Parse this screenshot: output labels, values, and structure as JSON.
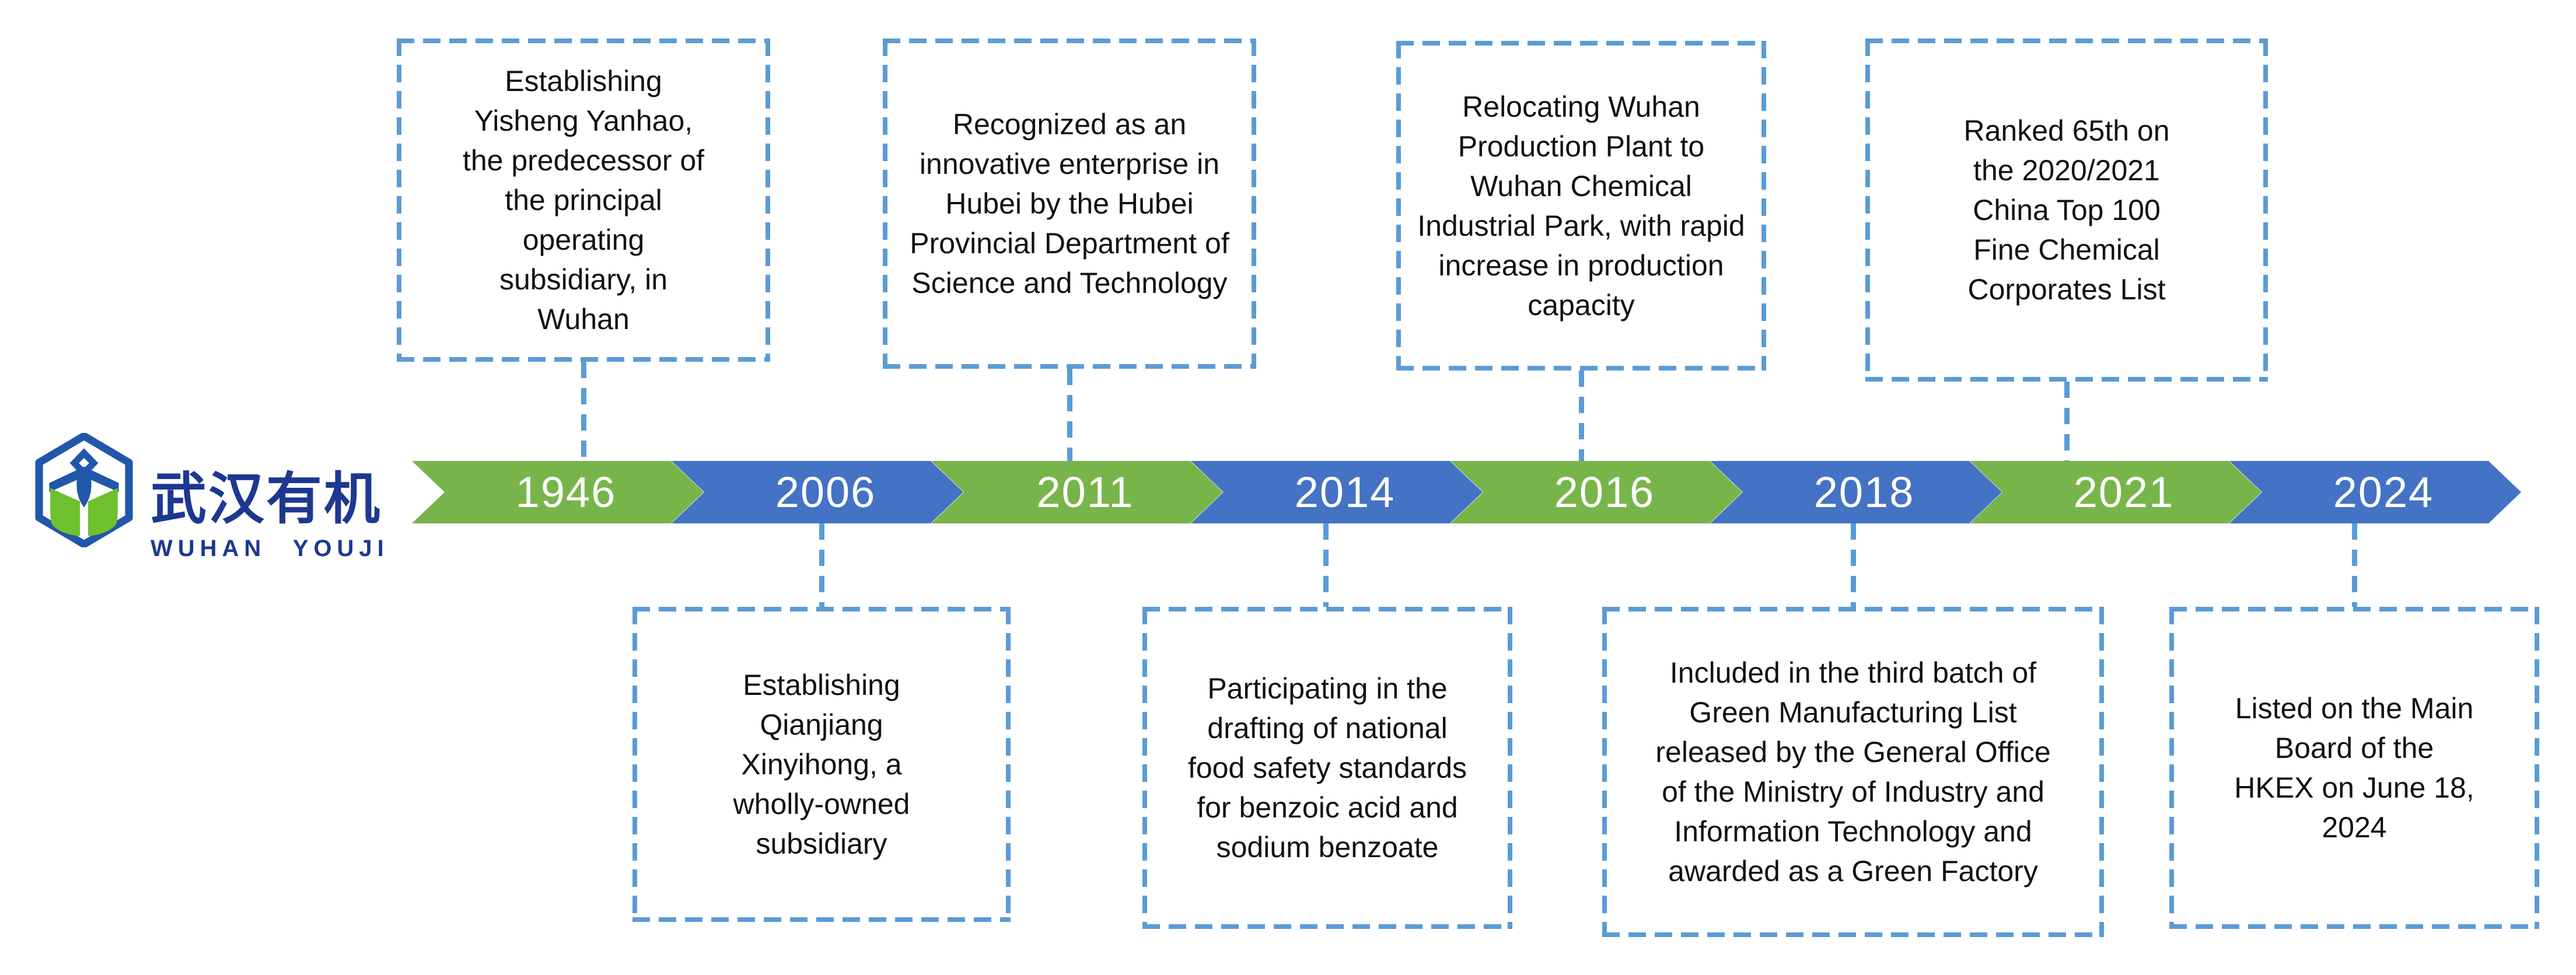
{
  "page": {
    "type": "company-milestones-timeline",
    "background": "#FFFFFF"
  },
  "logo": {
    "name_cn": "武汉有机",
    "name_en": "WUHAN YOUJI",
    "icon": "hexagon-leaves-logo",
    "colors": {
      "navy_text": "#1D3891",
      "hexagon_blue": "#2157A8",
      "leaf_green": "#6FC02F"
    }
  },
  "timeline": {
    "direction": "left-to-right",
    "colors": {
      "green_segment": "#77B54A",
      "blue_segment": "#4472C4",
      "dashed_blue": "#5B9BD5",
      "year_text": "#FFFFFF",
      "event_text": "#111111"
    },
    "segments": [
      {
        "year": "1946",
        "segment_color": "green",
        "event_position": "above",
        "event": "Establishing Yisheng Yanhao, the predecessor of the principal operating subsidiary, in Wuhan"
      },
      {
        "year": "2006",
        "segment_color": "blue",
        "event_position": "below",
        "event": "Establishing Qianjiang Xinyihong, a wholly-owned subsidiary"
      },
      {
        "year": "2011",
        "segment_color": "green",
        "event_position": "above",
        "event": "Recognized as an innovative enterprise in Hubei by the Hubei Provincial Department of Science and Technology"
      },
      {
        "year": "2014",
        "segment_color": "blue",
        "event_position": "below",
        "event": "Participating in the drafting of national food safety standards for benzoic acid and sodium benzoate"
      },
      {
        "year": "2016",
        "segment_color": "green",
        "event_position": "above",
        "event": "Relocating Wuhan Production Plant to Wuhan Chemical Industrial Park, with rapid increase in production capacity"
      },
      {
        "year": "2018",
        "segment_color": "blue",
        "event_position": "below",
        "event": "Included in the third batch of Green Manufacturing List released by the General Office of the Ministry of Industry and Information Technology and awarded as a Green Factory"
      },
      {
        "year": "2021",
        "segment_color": "green",
        "event_position": "above",
        "event": "Ranked 65th on the 2020/2021 China Top 100 Fine Chemical Corporates List"
      },
      {
        "year": "2024",
        "segment_color": "blue",
        "event_position": "below",
        "event": "Listed on the Main Board of the HKEX on June 18, 2024"
      }
    ]
  }
}
